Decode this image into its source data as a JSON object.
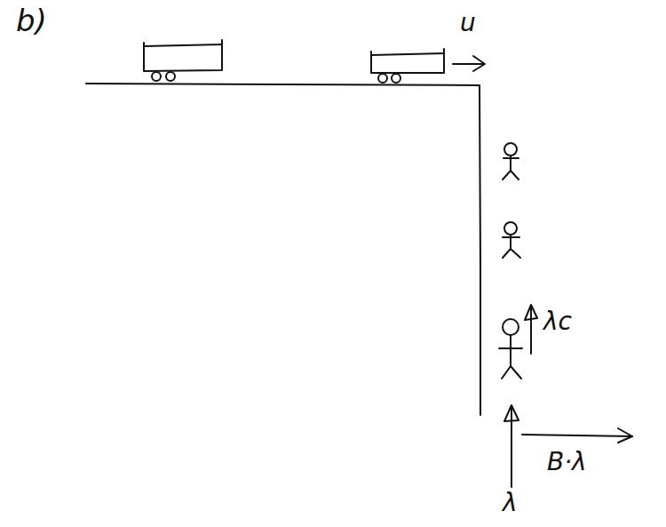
{
  "diagram": {
    "labels": [
      "b)",
      "u",
      "λc",
      "B·λ",
      "λ"
    ]
  }
}
